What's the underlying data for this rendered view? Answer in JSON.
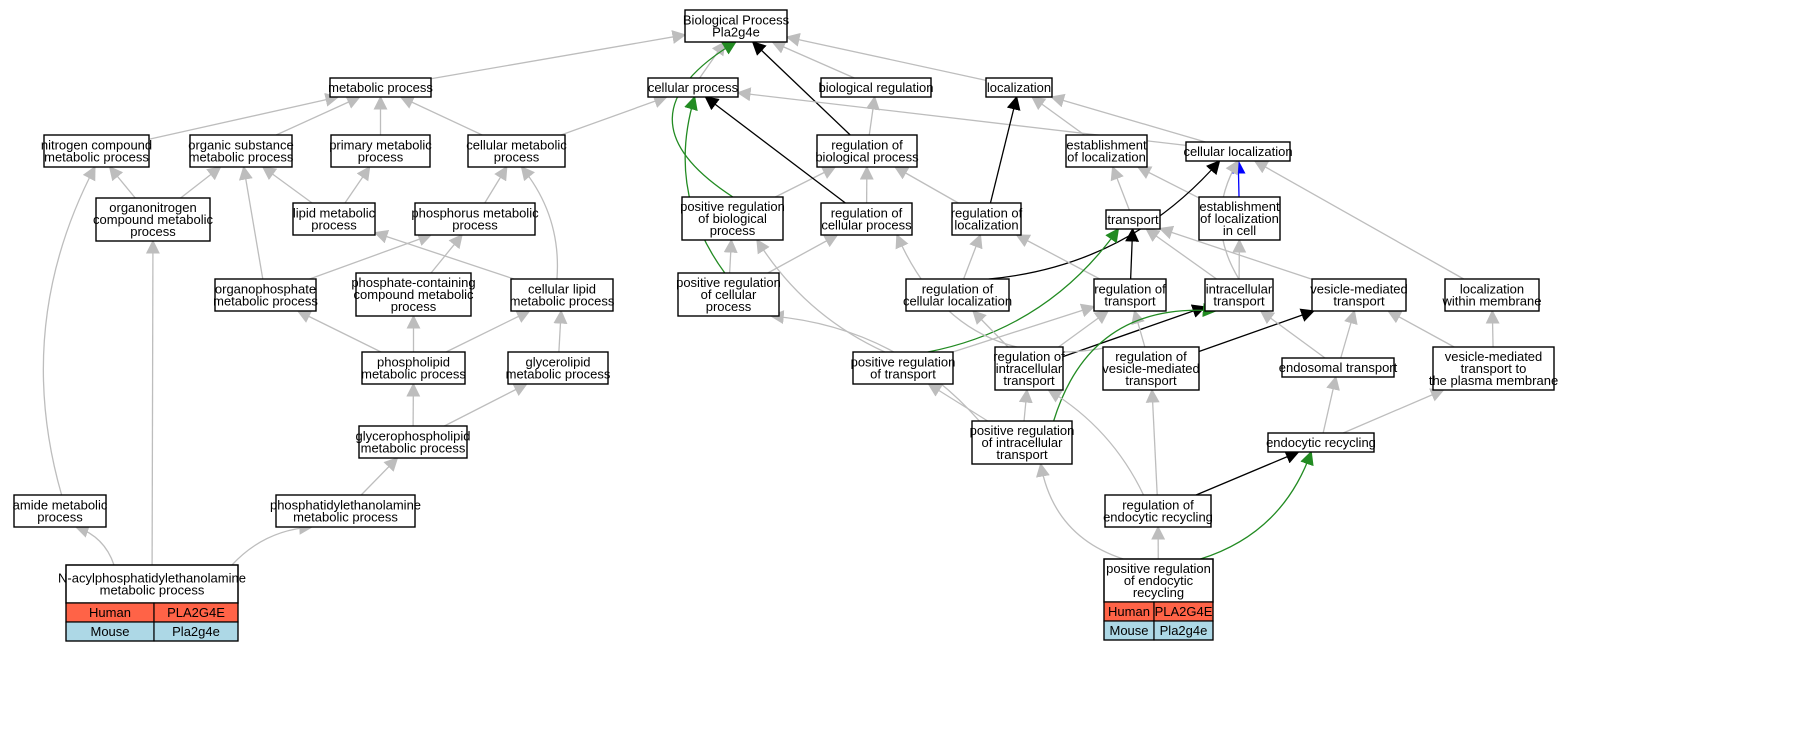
{
  "colors": {
    "gray_edge": "#bdbdbd",
    "black_edge": "#000000",
    "green_edge": "#228b22",
    "blue_edge": "#0000ff",
    "human_row": "#ff6347",
    "mouse_row": "#add8e6"
  },
  "nodes": {
    "bp": [
      "Biological Process",
      "Pla2g4e"
    ],
    "metabolic": [
      "metabolic process"
    ],
    "cellular": [
      "cellular process"
    ],
    "bioreg": [
      "biological regulation"
    ],
    "localization": [
      "localization"
    ],
    "nitrogen": [
      "nitrogen compound",
      "metabolic process"
    ],
    "organic": [
      "organic substance",
      "metabolic process"
    ],
    "primary": [
      "primary metabolic",
      "process"
    ],
    "cellmet": [
      "cellular metabolic",
      "process"
    ],
    "regbio": [
      "regulation of",
      "biological process"
    ],
    "establish": [
      "establishment",
      "of localization"
    ],
    "cellloc": [
      "cellular localization"
    ],
    "organonitro": [
      "organonitrogen",
      "compound metabolic",
      "process"
    ],
    "lipidmet": [
      "lipid metabolic",
      "process"
    ],
    "phosphorus": [
      "phosphorus metabolic",
      "process"
    ],
    "posregbio": [
      "positive regulation",
      "of biological",
      "process"
    ],
    "regcell": [
      "regulation of",
      "cellular process"
    ],
    "regloc": [
      "regulation of",
      "localization"
    ],
    "transport": [
      "transport"
    ],
    "estcell": [
      "establishment",
      "of localization",
      "in cell"
    ],
    "organophos": [
      "organophosphate",
      "metabolic process"
    ],
    "phoscont": [
      "phosphate-containing",
      "compound metabolic",
      "process"
    ],
    "celllipid": [
      "cellular lipid",
      "metabolic process"
    ],
    "posregcell": [
      "positive regulation",
      "of cellular",
      "process"
    ],
    "regcellloc": [
      "regulation of",
      "cellular localization"
    ],
    "regtrans": [
      "regulation of",
      "transport"
    ],
    "intratrans": [
      "intracellular",
      "transport"
    ],
    "vesicle": [
      "vesicle-mediated",
      "transport"
    ],
    "locmem": [
      "localization",
      "within membrane"
    ],
    "phospholipid": [
      "phospholipid",
      "metabolic process"
    ],
    "glycerolipid": [
      "glycerolipid",
      "metabolic process"
    ],
    "posregtrans": [
      "positive regulation",
      "of transport"
    ],
    "regintra": [
      "regulation of",
      "intracellular",
      "transport"
    ],
    "regves": [
      "regulation of",
      "vesicle-mediated",
      "transport"
    ],
    "endosomal": [
      "endosomal transport"
    ],
    "vesplasma": [
      "vesicle-mediated",
      "transport to",
      "the plasma membrane"
    ],
    "glycerophos": [
      "glycerophospholipid",
      "metabolic process"
    ],
    "posregintra": [
      "positive regulation",
      "of intracellular",
      "transport"
    ],
    "endocytic": [
      "endocytic recycling"
    ],
    "amide": [
      "amide metabolic",
      "process"
    ],
    "pe": [
      "phosphatidylethanolamine",
      "metabolic process"
    ],
    "regendo": [
      "regulation of",
      "endocytic recycling"
    ],
    "nacyl": [
      "N-acylphosphatidylethanolamine",
      "metabolic process"
    ],
    "posregendo": [
      "positive regulation",
      "of endocytic",
      "recycling"
    ]
  },
  "gene_tables": {
    "nacyl": [
      [
        "Human",
        "PLA2G4E"
      ],
      [
        "Mouse",
        "Pla2g4e"
      ]
    ],
    "posregendo": [
      [
        "Human",
        "PLA2G4E"
      ],
      [
        "Mouse",
        "Pla2g4e"
      ]
    ]
  }
}
